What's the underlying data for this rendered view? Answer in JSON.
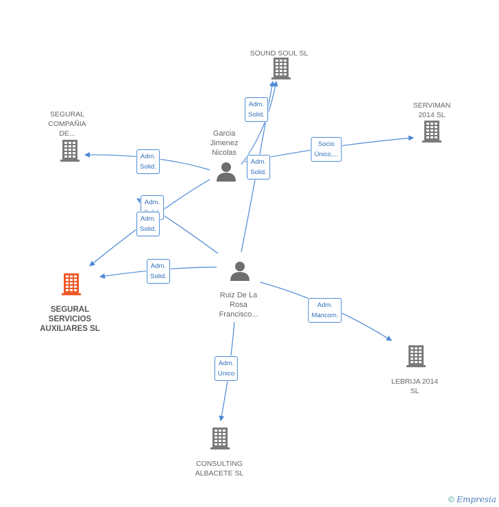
{
  "nodes": {
    "sound_soul": {
      "label": [
        "SOUND SOUL SL"
      ],
      "kind": "company"
    },
    "serviman": {
      "label": [
        "SERVIMAN",
        "2014 SL"
      ],
      "kind": "company"
    },
    "segural_compania": {
      "label": [
        "SEGURAL",
        "COMPAÑIA",
        "DE..."
      ],
      "kind": "company"
    },
    "segural_servicios": {
      "label": [
        "SEGURAL",
        "SERVICIOS",
        "AUXILIARES SL"
      ],
      "kind": "company-main"
    },
    "lebrija": {
      "label": [
        "LEBRIJA 2014",
        "SL"
      ],
      "kind": "company"
    },
    "consulting": {
      "label": [
        "CONSULTING",
        "ALBACETE  SL"
      ],
      "kind": "company"
    },
    "garcia": {
      "label": [
        "Garcia",
        "Jimenez",
        "Nicolas"
      ],
      "kind": "person"
    },
    "ruiz": {
      "label": [
        "Ruiz De La",
        "Rosa",
        "Francisco..."
      ],
      "kind": "person"
    }
  },
  "edges": [
    {
      "from": "garcia",
      "to": "sound_soul",
      "label": [
        "Adm.",
        "Solid."
      ]
    },
    {
      "from": "garcia",
      "to": "serviman",
      "label": [
        "Socio",
        "Único,..."
      ]
    },
    {
      "from": "garcia",
      "to": "segural_compania",
      "label": [
        "Adm.",
        "Solid."
      ]
    },
    {
      "from": "garcia",
      "to": "segural_servicios",
      "label": [
        "Adm.",
        "Solid."
      ]
    },
    {
      "from": "ruiz",
      "to": "sound_soul",
      "label": [
        "Adm.",
        "Solid."
      ]
    },
    {
      "from": "ruiz",
      "to": "segural_compania",
      "label": [
        "Adm.",
        "Solid."
      ]
    },
    {
      "from": "ruiz",
      "to": "segural_servicios",
      "label": [
        "Adm.",
        "Solid."
      ]
    },
    {
      "from": "ruiz",
      "to": "lebrija",
      "label": [
        "Adm.",
        "Mancom."
      ]
    },
    {
      "from": "ruiz",
      "to": "consulting",
      "label": [
        "Adm.",
        "Unico"
      ]
    }
  ],
  "colors": {
    "edge": "#4a88d4",
    "company": "#7a7a7a",
    "company_main": "#f05a2a",
    "person": "#6e6e6e"
  },
  "footer": {
    "copyright": "©",
    "brand": "Empresia"
  }
}
